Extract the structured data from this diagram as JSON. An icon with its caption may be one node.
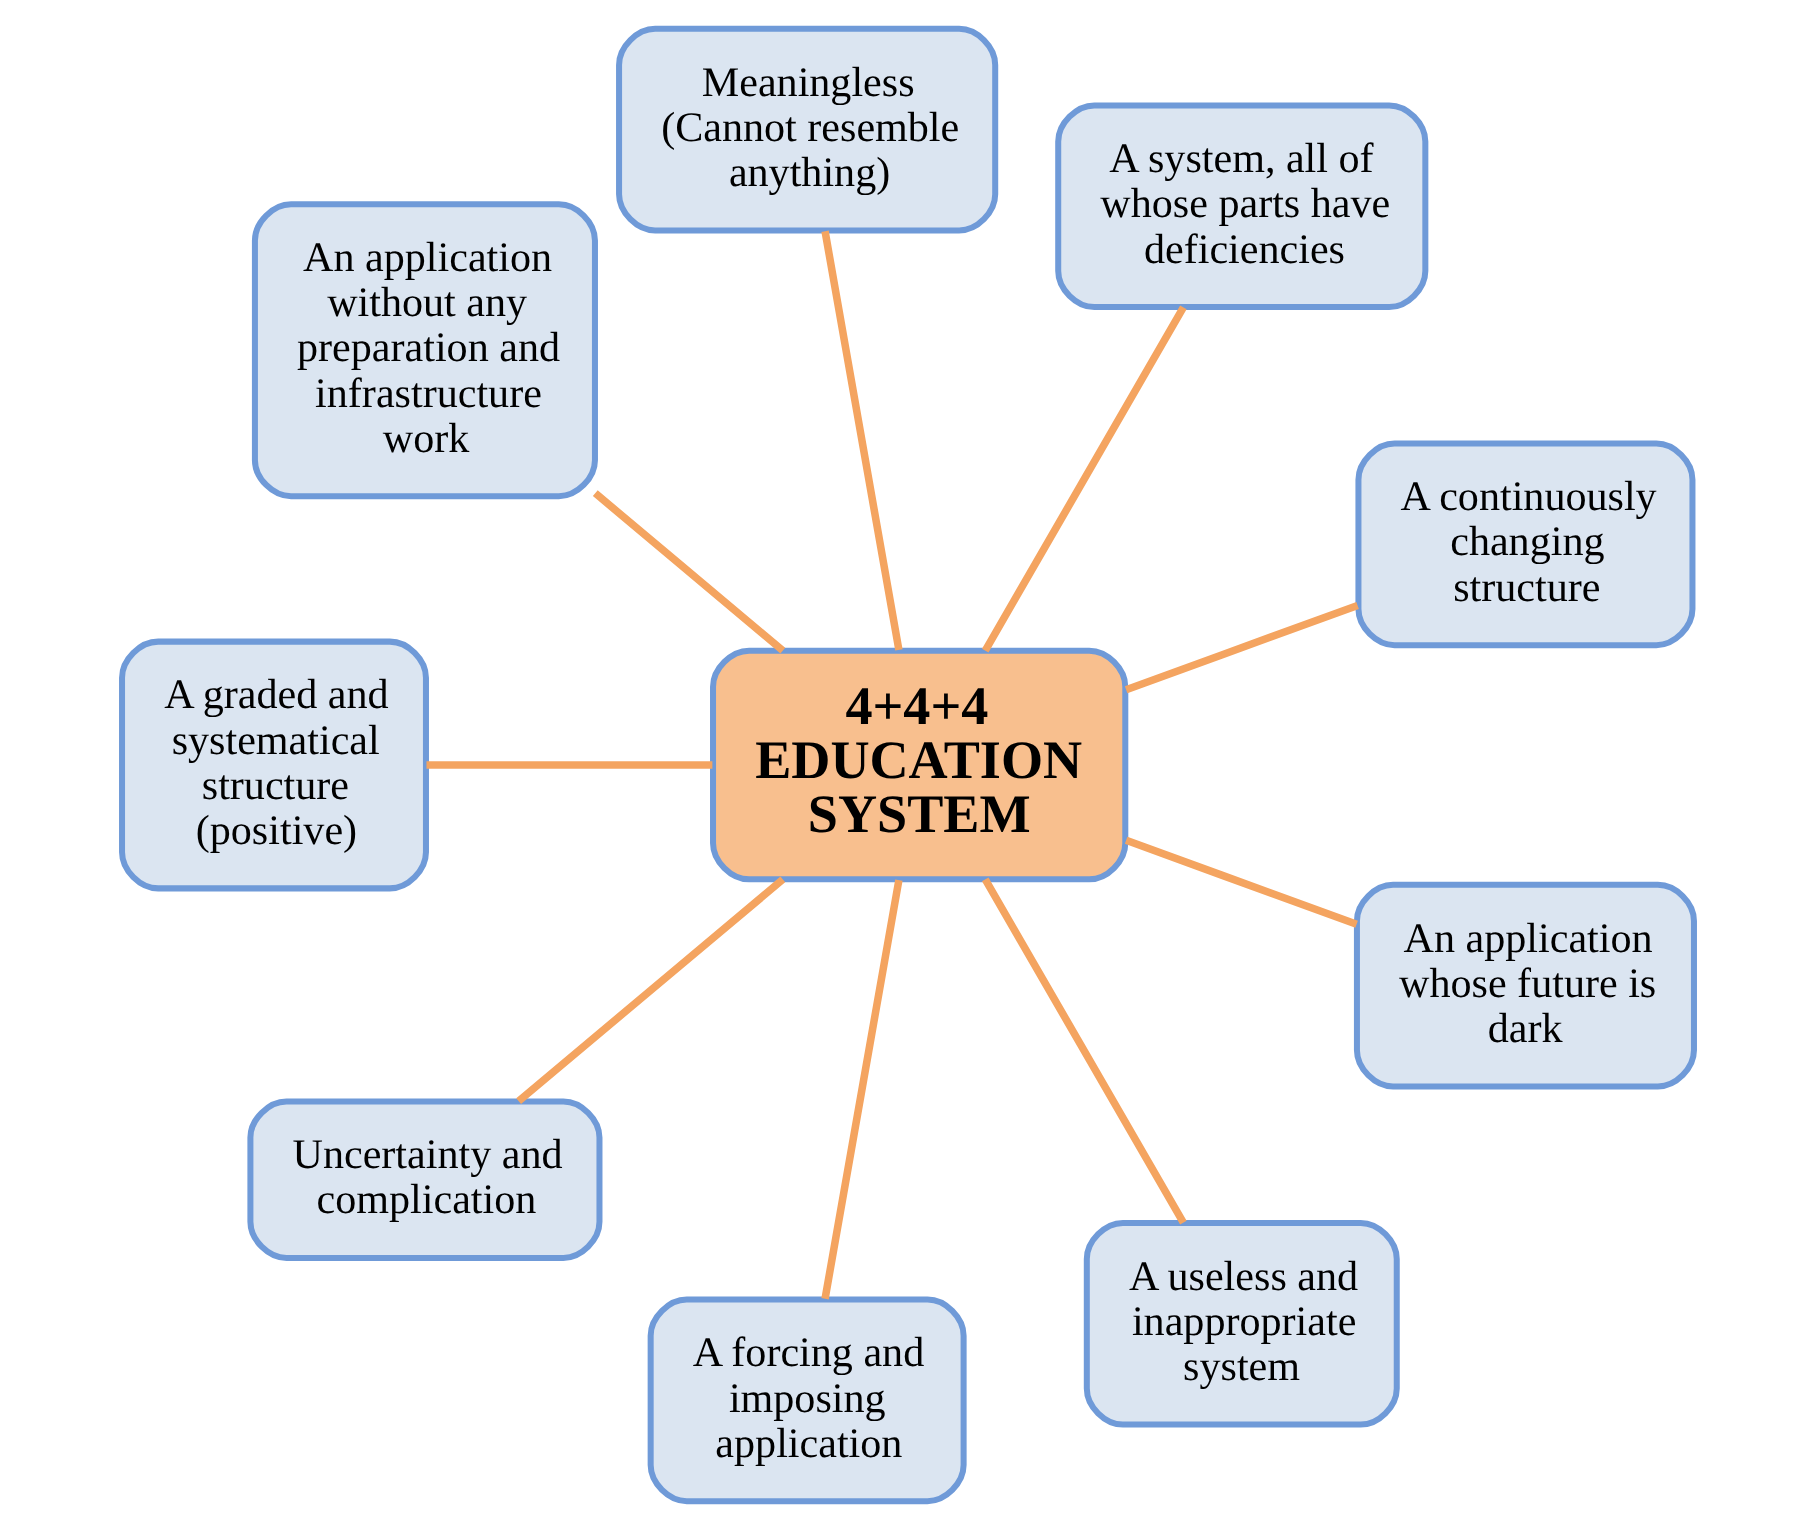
{
  "diagram": {
    "nodes": [
      {
        "text": [
          "4+4+4 EDUCATION SYSTEM"
        ]
      },
      {
        "text": [
          "A continuously changing structure"
        ]
      },
      {
        "text": [
          "A system, all of whose parts have deficiencies"
        ]
      },
      {
        "text": [
          "Meaningless (Cannot resemble anything)"
        ]
      },
      {
        "text": [
          "An application without any preparation and infrastructure work"
        ]
      },
      {
        "text": [
          "A graded and systematical structure (positive)"
        ]
      },
      {
        "text": [
          "Uncertainty and complication"
        ]
      },
      {
        "text": [
          "A forcing and imposing application"
        ]
      },
      {
        "text": [
          "A useless and inappropriate system"
        ]
      },
      {
        "text": [
          "An application whose future is dark"
        ]
      }
    ],
    "edges": [
      {
        "from": 0,
        "to": 1,
        "arrow": "none"
      },
      {
        "from": 0,
        "to": 2,
        "arrow": "none"
      },
      {
        "from": 0,
        "to": 3,
        "arrow": "none"
      },
      {
        "from": 0,
        "to": 4,
        "arrow": "none"
      },
      {
        "from": 0,
        "to": 5,
        "arrow": "none"
      },
      {
        "from": 0,
        "to": 6,
        "arrow": "none"
      },
      {
        "from": 0,
        "to": 7,
        "arrow": "none"
      },
      {
        "from": 0,
        "to": 8,
        "arrow": "none"
      },
      {
        "from": 0,
        "to": 9,
        "arrow": "none"
      }
    ]
  }
}
